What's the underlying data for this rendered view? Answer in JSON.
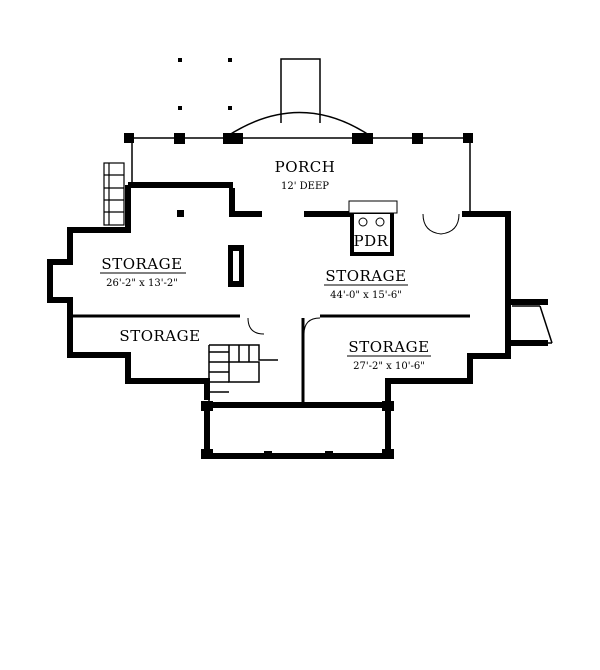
{
  "rooms": {
    "porch": {
      "name": "PORCH",
      "subtitle": "12' DEEP"
    },
    "pdr": {
      "name": "PDR"
    },
    "storage_west": {
      "name": "STORAGE",
      "dims": "26'-2\" x 13'-2\""
    },
    "storage_center": {
      "name": "STORAGE",
      "dims": "44'-0\" x 15'-6\""
    },
    "storage_sw": {
      "name": "STORAGE"
    },
    "storage_se": {
      "name": "STORAGE",
      "dims": "27'-2\" x 10'-6\""
    }
  },
  "colors": {
    "wall": "#000000",
    "background": "#ffffff"
  }
}
